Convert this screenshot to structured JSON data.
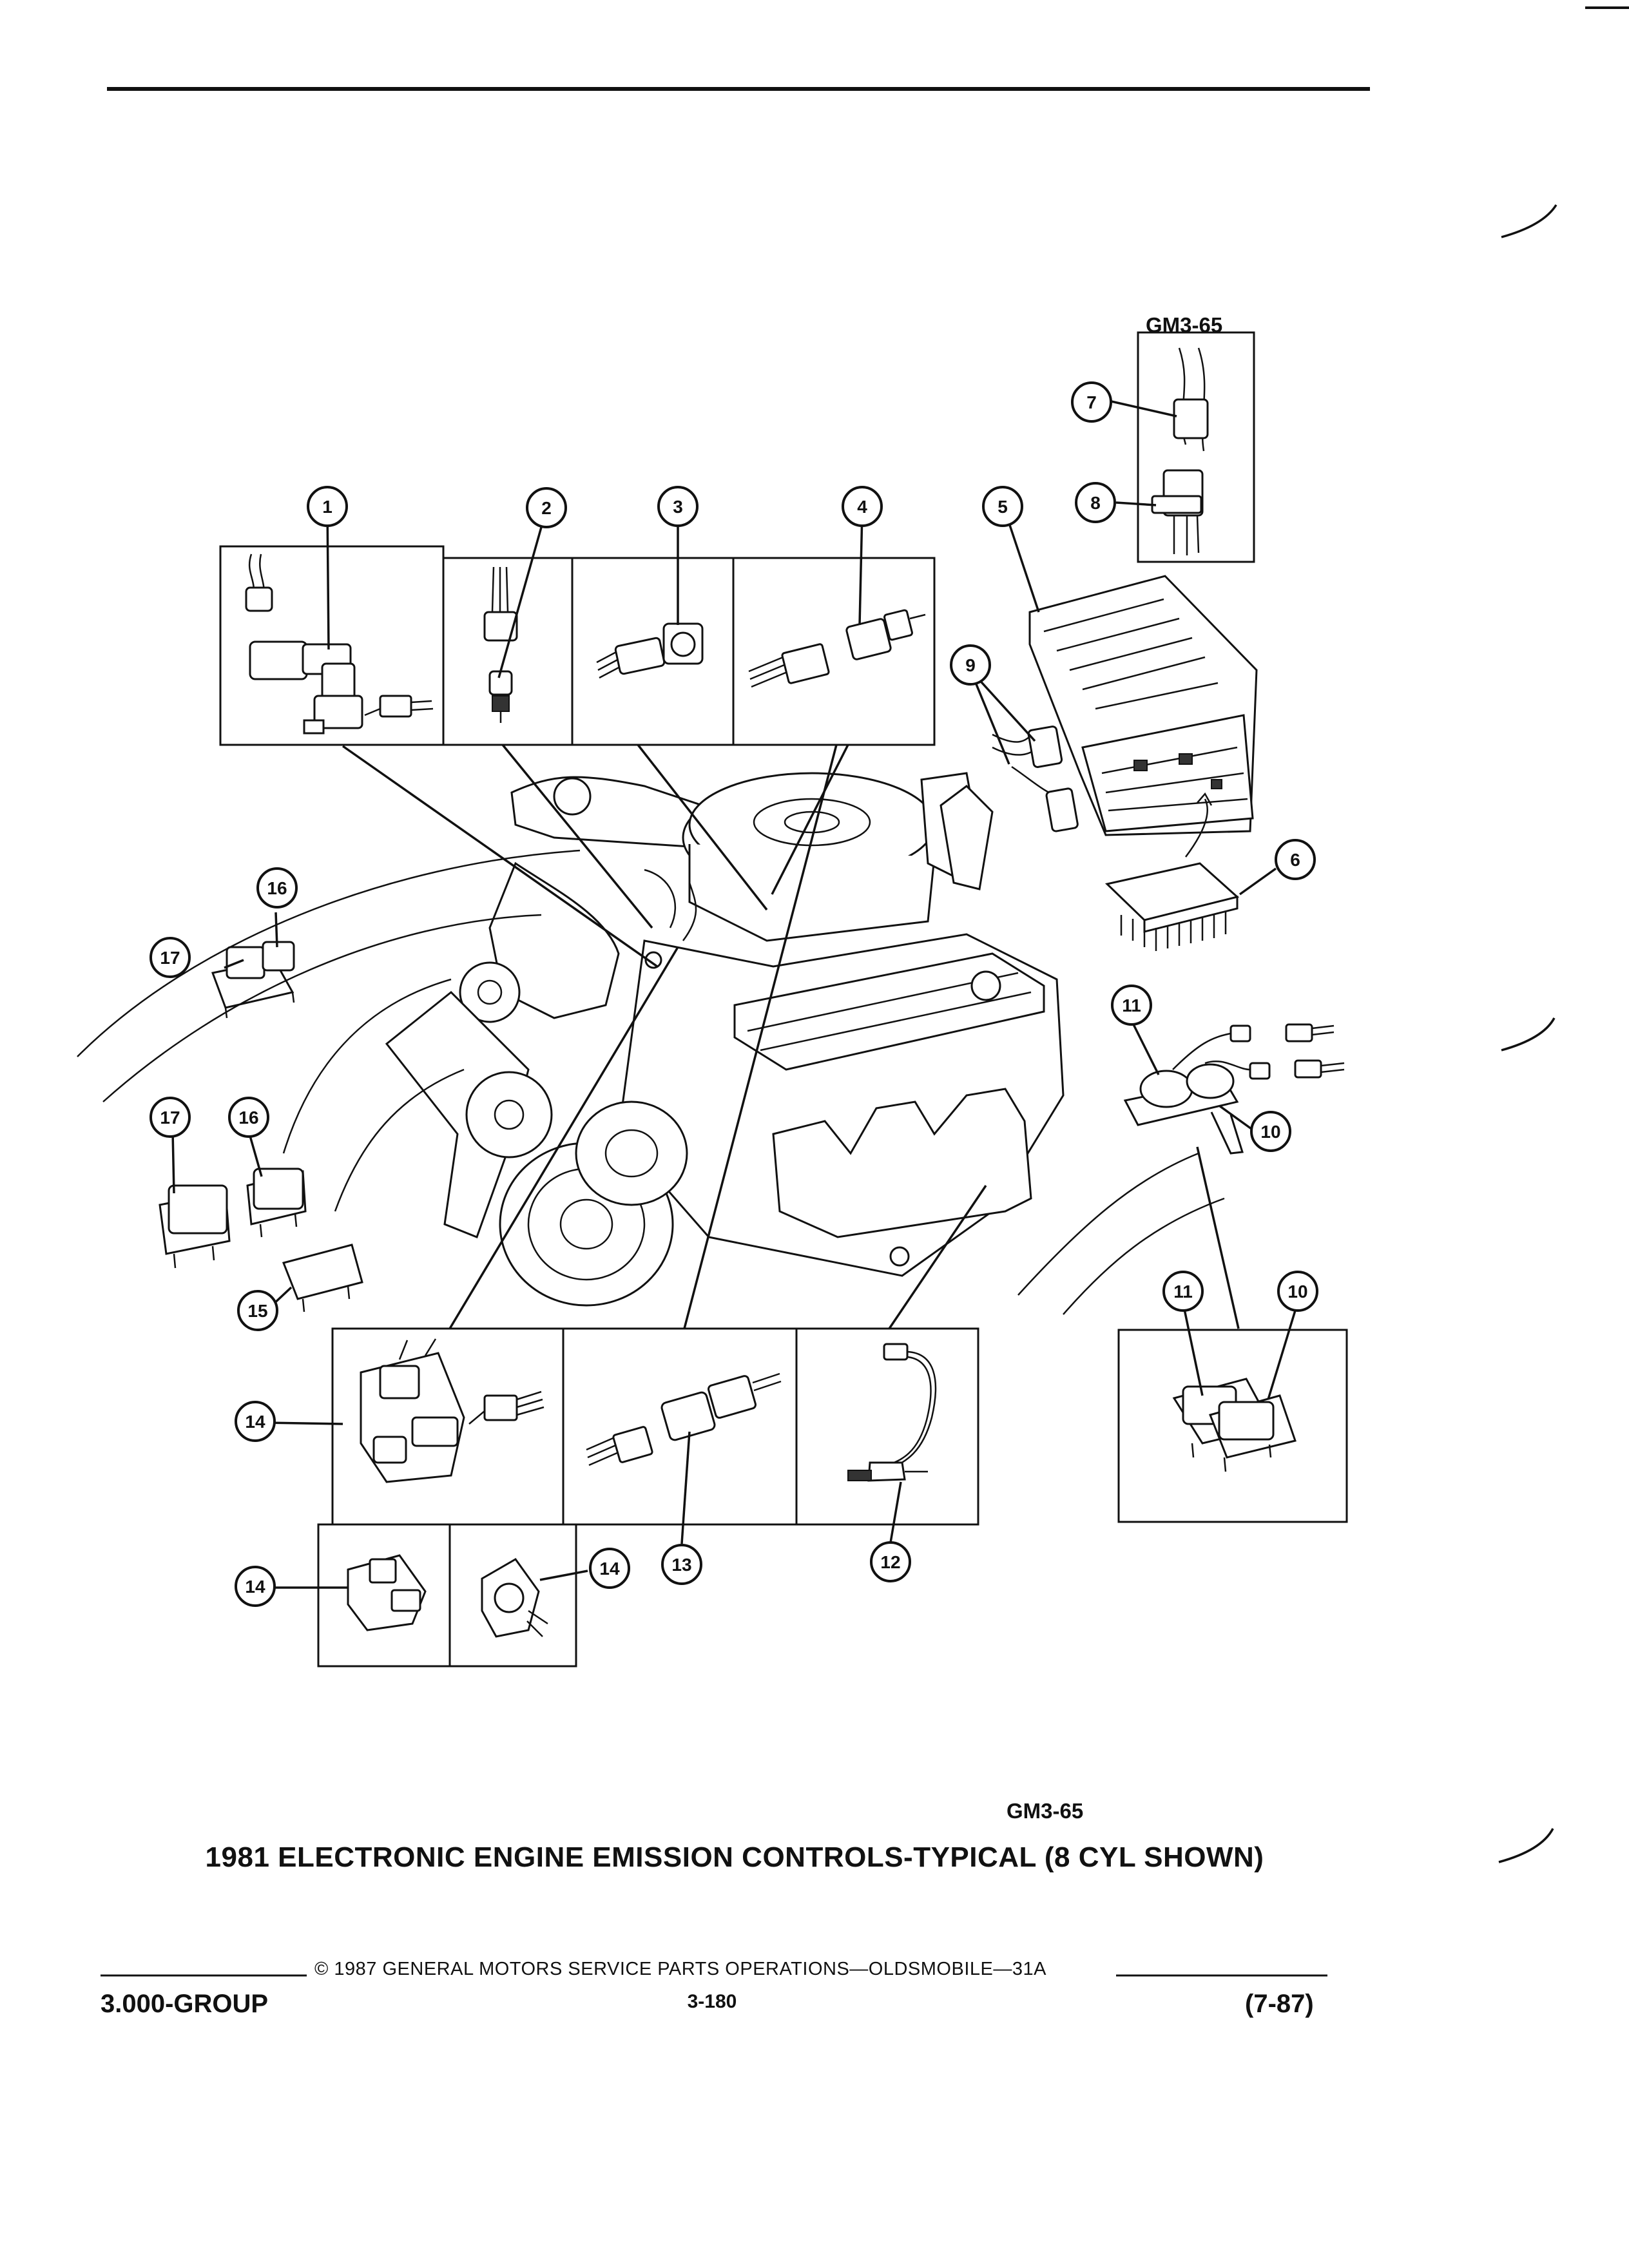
{
  "figure": {
    "code_top": "GM3-65",
    "code_bottom": "GM3-65",
    "caption": "1981 ELECTRONIC ENGINE EMISSION CONTROLS-TYPICAL (8 CYL SHOWN)"
  },
  "callouts": {
    "c1": "1",
    "c2": "2",
    "c3": "3",
    "c4": "4",
    "c5": "5",
    "c6": "6",
    "c7": "7",
    "c8": "8",
    "c9": "9",
    "c10a": "10",
    "c10b": "10",
    "c11a": "11",
    "c11b": "11",
    "c12": "12",
    "c13": "13",
    "c14a": "14",
    "c14b": "14",
    "c14c": "14",
    "c15": "15",
    "c16a": "16",
    "c16b": "16",
    "c17a": "17",
    "c17b": "17"
  },
  "footer": {
    "group": "3.000-GROUP",
    "copyright": "© 1987 GENERAL MOTORS SERVICE PARTS OPERATIONS—OLDSMOBILE—31A",
    "page": "3-180",
    "date": "(7-87)"
  }
}
